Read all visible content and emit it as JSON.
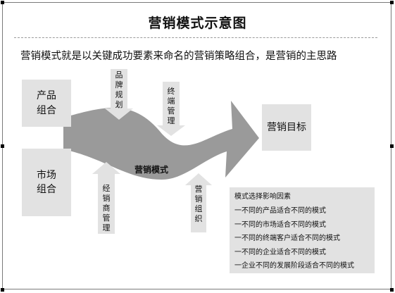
{
  "title": "营销模式示意图",
  "subtitle": "营销模式就是以关键成功要素来命名的营销策略组合，是营销的主思路",
  "boxes": {
    "product_combo": "产品组合",
    "market_combo": "市场组合",
    "marketing_goal": "营销目标"
  },
  "arrows": {
    "brand_planning": "品牌规划",
    "terminal_management": "终端管理",
    "dealer_management": "经销商管理",
    "marketing_organization": "营销组织"
  },
  "flow_label": "营销模式",
  "factors": {
    "heading": "模式选择影响因素",
    "items": [
      "一不同的产品适合不同的模式",
      "一不同的市场适合不同的模式",
      "一不同的终端客户适合不同的模式",
      "一不同的企业适合不同的模式",
      "一企业不同的发展阶段适合不同的模式"
    ]
  },
  "colors": {
    "box_fill": "#e2e2e2",
    "arrow_fill": "#e2e2e2",
    "flow_fill": "#9a9a9a"
  }
}
